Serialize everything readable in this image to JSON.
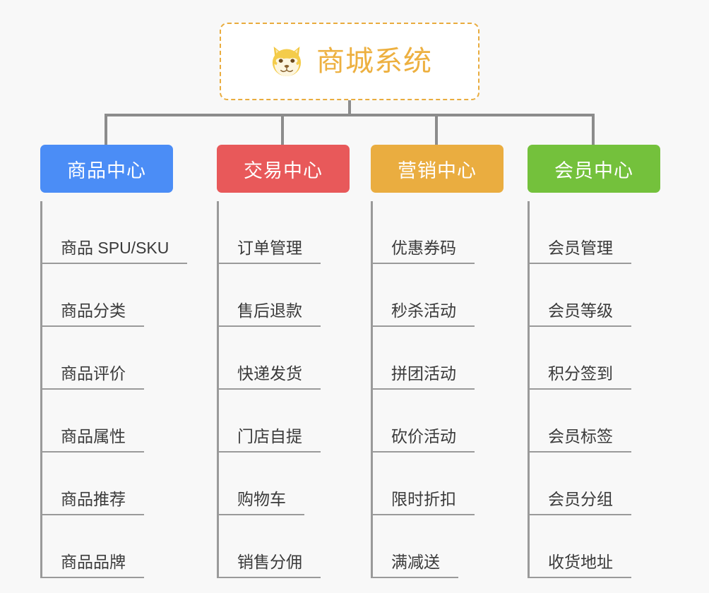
{
  "diagram": {
    "background_color": "#f8f8f8",
    "connector_color": "#8c8c8c",
    "root": {
      "title": "商城系统",
      "icon": "shiba-dog-face-emoji",
      "text_color": "#edb040",
      "border_color": "#e9ac3e",
      "background_color": "#ffffff"
    },
    "categories": [
      {
        "label": "商品中心",
        "color": "#4b8df6",
        "items": [
          "商品 SPU/SKU",
          "商品分类",
          "商品评价",
          "商品属性",
          "商品推荐",
          "商品品牌"
        ]
      },
      {
        "label": "交易中心",
        "color": "#e8595a",
        "items": [
          "订单管理",
          "售后退款",
          "快递发货",
          "门店自提",
          "购物车",
          "销售分佣"
        ]
      },
      {
        "label": "营销中心",
        "color": "#eaad40",
        "items": [
          "优惠券码",
          "秒杀活动",
          "拼团活动",
          "砍价活动",
          "限时折扣",
          "满减送"
        ]
      },
      {
        "label": "会员中心",
        "color": "#74c13c",
        "items": [
          "会员管理",
          "会员等级",
          "积分签到",
          "会员标签",
          "会员分组",
          "收货地址"
        ]
      }
    ]
  }
}
